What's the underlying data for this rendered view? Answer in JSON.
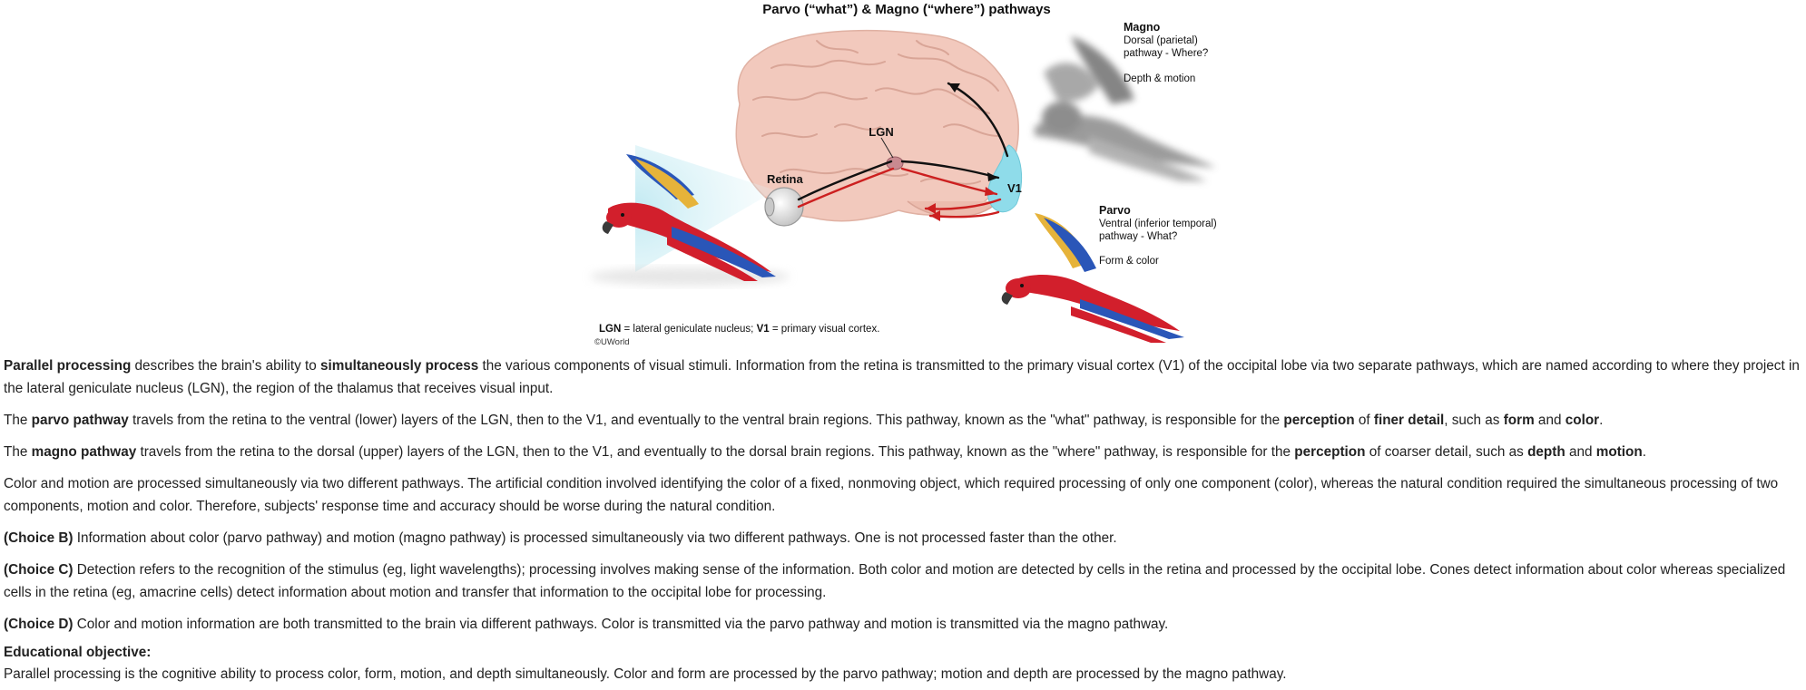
{
  "figure": {
    "title": "Parvo (“what”) & Magno (“where”) pathways",
    "labels": {
      "lgn": "LGN",
      "retina": "Retina",
      "v1": "V1"
    },
    "magno": {
      "heading": "Magno",
      "line1": "Dorsal (parietal)",
      "line2": "pathway - Where?",
      "line3": "Depth & motion"
    },
    "parvo": {
      "heading": "Parvo",
      "line1": "Ventral (inferior temporal)",
      "line2": "pathway - What?",
      "line3": "Form & color"
    },
    "caption": {
      "lgn_term": "LGN",
      "lgn_def": " = lateral geniculate nucleus; ",
      "v1_term": "V1",
      "v1_def": " = primary visual cortex."
    },
    "copyright": "©UWorld",
    "colors": {
      "brain": "#f2c9bd",
      "brain_fold": "#d9a597",
      "v1": "#8fdcea",
      "magno_arrow": "#111111",
      "parvo_arrow": "#cc1f1f",
      "macaw_red": "#d21f2c",
      "macaw_blue": "#2a56b8",
      "macaw_yellow": "#e6b33a"
    }
  },
  "paragraphs": [
    {
      "id": "parallel",
      "segments": [
        {
          "t": "Parallel processing",
          "b": true
        },
        {
          "t": " describes the brain's ability to ",
          "b": false
        },
        {
          "t": "simultaneously process",
          "b": true
        },
        {
          "t": " the various components of visual stimuli.  Information from the retina is transmitted to the primary visual cortex (V1) of the occipital lobe via two separate pathways, which are named according to where they project in the lateral geniculate nucleus (LGN), the region of the thalamus that receives visual input.",
          "b": false
        }
      ]
    },
    {
      "id": "parvo",
      "segments": [
        {
          "t": "The ",
          "b": false
        },
        {
          "t": "parvo pathway",
          "b": true
        },
        {
          "t": " travels from the retina to the ventral (lower) layers of the LGN, then to the V1, and eventually to the ventral brain regions.  This pathway, known as the \"what\" pathway, is responsible for the ",
          "b": false
        },
        {
          "t": "perception",
          "b": true
        },
        {
          "t": " of ",
          "b": false
        },
        {
          "t": "finer detail",
          "b": true
        },
        {
          "t": ", such as ",
          "b": false
        },
        {
          "t": "form",
          "b": true
        },
        {
          "t": " and ",
          "b": false
        },
        {
          "t": "color",
          "b": true
        },
        {
          "t": ".",
          "b": false
        }
      ]
    },
    {
      "id": "magno",
      "segments": [
        {
          "t": "The ",
          "b": false
        },
        {
          "t": "magno pathway",
          "b": true
        },
        {
          "t": " travels from the retina to the dorsal (upper) layers of the LGN, then to the V1, and eventually to the dorsal brain regions.  This pathway, known as the \"where\" pathway, is responsible for the ",
          "b": false
        },
        {
          "t": "perception",
          "b": true
        },
        {
          "t": " of coarser detail, such as ",
          "b": false
        },
        {
          "t": "depth",
          "b": true
        },
        {
          "t": " and ",
          "b": false
        },
        {
          "t": "motion",
          "b": true
        },
        {
          "t": ".",
          "b": false
        }
      ]
    },
    {
      "id": "conditions",
      "segments": [
        {
          "t": "Color and motion are processed simultaneously via two different pathways.  The artificial condition involved identifying the color of a fixed, nonmoving object, which required processing of only one component (color), whereas the natural condition required the simultaneous processing of two components, motion and color.  Therefore, subjects' response time and accuracy should be worse during the natural condition.",
          "b": false
        }
      ]
    },
    {
      "id": "choice-b",
      "segments": [
        {
          "t": "(Choice B)",
          "b": true
        },
        {
          "t": "  Information about color (parvo pathway) and motion (magno pathway) is processed simultaneously via two different pathways.  One is not processed faster than the other.",
          "b": false
        }
      ]
    },
    {
      "id": "choice-c",
      "segments": [
        {
          "t": "(Choice C)",
          "b": true
        },
        {
          "t": "  Detection refers to the recognition of the stimulus (eg, light wavelengths); processing involves making sense of the information.  Both color and motion are detected by cells in the retina and processed by the occipital lobe.  Cones detect information about color whereas specialized cells in the retina (eg, amacrine cells) detect information about motion and transfer that information to the occipital lobe for processing.",
          "b": false
        }
      ]
    },
    {
      "id": "choice-d",
      "segments": [
        {
          "t": "(Choice D)",
          "b": true
        },
        {
          "t": "  Color and motion information are both transmitted to the brain via different pathways.  Color is transmitted via the parvo pathway and motion is transmitted via the magno pathway.",
          "b": false
        }
      ]
    }
  ],
  "objective": {
    "title": "Educational objective:",
    "body": "Parallel processing is the cognitive ability to process color, form, motion, and depth simultaneously.  Color and form are processed by the parvo pathway; motion and depth are processed by the magno pathway."
  }
}
